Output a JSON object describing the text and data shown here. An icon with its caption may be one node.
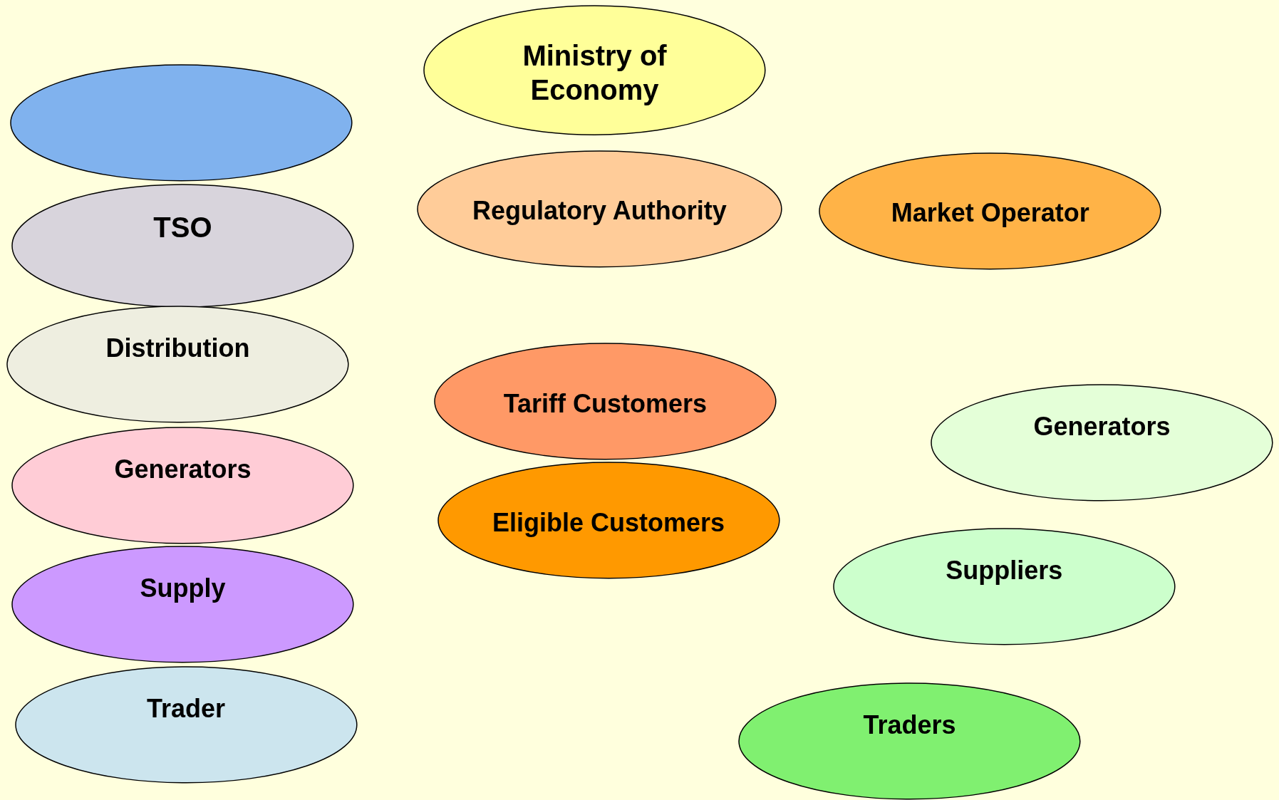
{
  "diagram": {
    "nodes": [
      {
        "text": [],
        "shape": "ellipse"
      },
      {
        "text": [
          "TSO"
        ]
      },
      {
        "text": [
          "Distribution"
        ]
      },
      {
        "text": [
          "Generators"
        ]
      },
      {
        "text": [
          "Supply"
        ]
      },
      {
        "text": [
          "Trader"
        ]
      },
      {
        "text": [
          "Ministry of Economy"
        ]
      },
      {
        "text": [
          "Regulatory Authority"
        ]
      },
      {
        "text": [
          "Tariff Customers"
        ]
      },
      {
        "text": [
          "Eligible Customers"
        ]
      },
      {
        "text": [
          "Market Operator"
        ]
      },
      {
        "text": [
          "Generators"
        ]
      },
      {
        "text": [
          "Suppliers"
        ]
      },
      {
        "text": [
          "Traders"
        ]
      }
    ],
    "edges": []
  }
}
